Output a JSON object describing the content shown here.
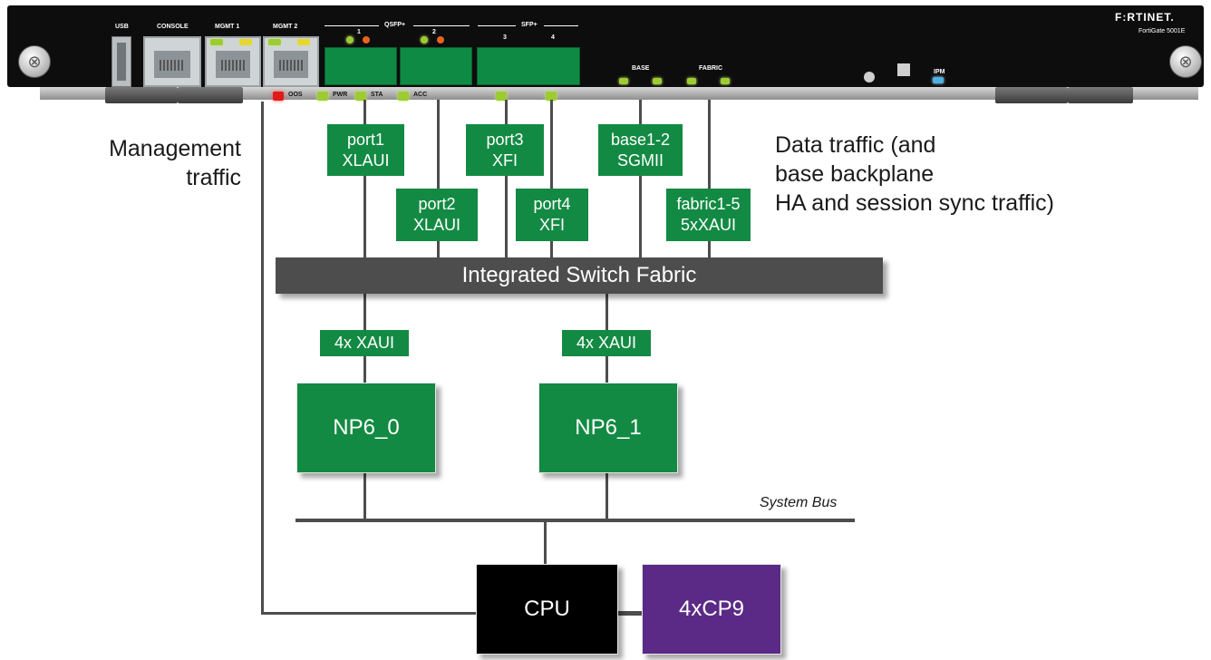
{
  "panel": {
    "brand": "F:RTINET.",
    "model": "FortiGate 5001E",
    "labels": {
      "usb": "USB",
      "console": "CONSOLE",
      "mgmt1": "MGMT 1",
      "mgmt2": "MGMT 2",
      "qsfp": "QSFP+",
      "sfp": "SFP+",
      "qsfp_port1": "1",
      "qsfp_port2": "2",
      "sfp_port3": "3",
      "sfp_port4": "4",
      "base": "BASE",
      "fabric": "FABRIC",
      "ipm": "IPM",
      "oos": "OOS",
      "pwr": "PWR",
      "sta": "STA",
      "acc": "ACC"
    },
    "colors": {
      "led_green": "#9ccc32",
      "led_orange": "#e8641e",
      "led_red": "#e01a1a",
      "led_blue": "#4fb0e0"
    }
  },
  "diagram": {
    "management_note": [
      "Management",
      "traffic"
    ],
    "data_note": [
      "Data traffic (and",
      "base backplane",
      "HA and session sync traffic)"
    ],
    "ports": [
      {
        "name": "port1",
        "type": "XLAUI"
      },
      {
        "name": "port2",
        "type": "XLAUI"
      },
      {
        "name": "port3",
        "type": "XFI"
      },
      {
        "name": "port4",
        "type": "XFI"
      },
      {
        "name": "base1-2",
        "type": "SGMII"
      },
      {
        "name": "fabric1-5",
        "type": "5xXAUI"
      }
    ],
    "switch_fabric": "Integrated Switch Fabric",
    "links": [
      "4x XAUI",
      "4x XAUI"
    ],
    "np6": [
      "NP6_0",
      "NP6_1"
    ],
    "system_bus": "System Bus",
    "cpu": "CPU",
    "cp9": "4xCP9",
    "colors": {
      "green_box": "#138a43",
      "switch_fabric": "#4d4d4d",
      "cpu": "#000000",
      "cp9": "#5b2a86",
      "lines": "#4d4d4d"
    }
  }
}
